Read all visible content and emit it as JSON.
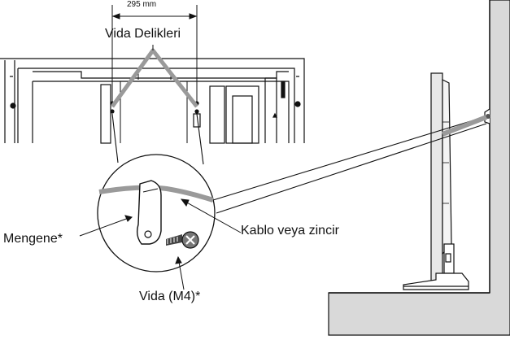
{
  "labels": {
    "dimension": "295 mm",
    "screw_holes": "Vida Delikleri",
    "clamp": "Mengene*",
    "cable_or_chain": "Kablo veya zincir",
    "screw": "Vida (M4)*"
  },
  "colors": {
    "cable": "#9a9a9a",
    "wall_fill": "#d9d9d9",
    "line": "#111111",
    "background": "#ffffff"
  }
}
